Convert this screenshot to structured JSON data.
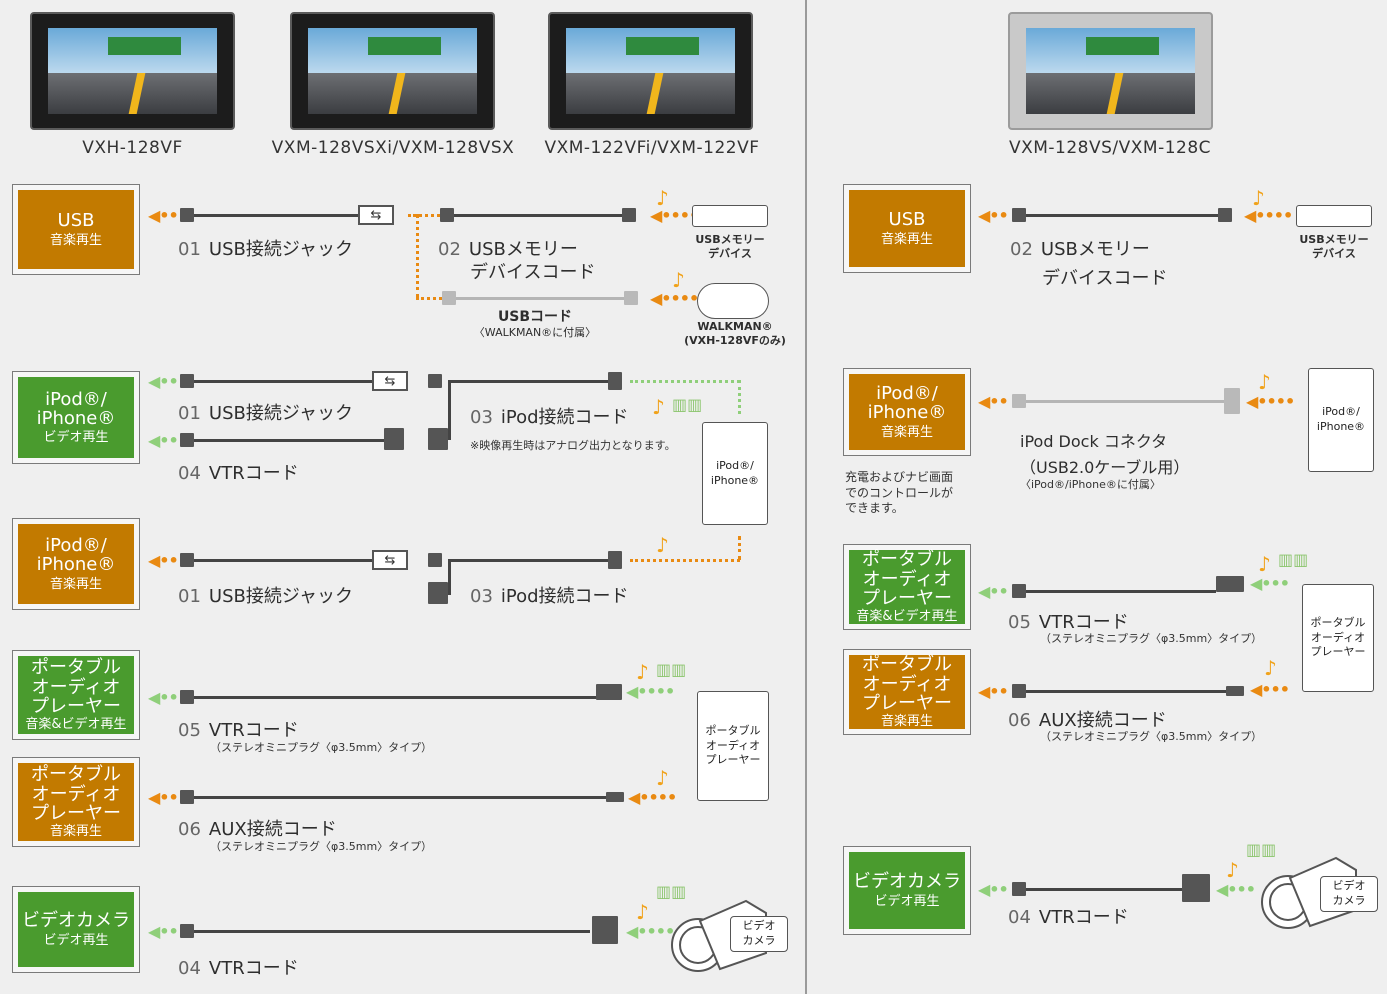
{
  "models": {
    "m1": "VXH-128VF",
    "m2": "VXM-128VSXi/VXM-128VSX",
    "m3": "VXM-122VFi/VXM-122VF",
    "m4": "VXM-128VS/VXM-128C"
  },
  "left": {
    "usb_box": {
      "title": "USB",
      "sub": "音楽再生"
    },
    "usb_jack": {
      "num": "01",
      "label": "USB接続ジャック"
    },
    "usb_mem_cord": {
      "num": "02",
      "line1": "USBメモリー",
      "line2": "デバイスコード"
    },
    "usb_mem_device": {
      "line1": "USBメモリー",
      "line2": "デバイス"
    },
    "usb_cord": {
      "title": "USBコード",
      "sub": "〈WALKMAN®に付属〉"
    },
    "walkman_device": {
      "line1": "WALKMAN®",
      "line2": "(VXH-128VFのみ)"
    },
    "ipod_video_box": {
      "title1": "iPod®/",
      "title2": "iPhone®",
      "sub": "ビデオ再生"
    },
    "ipod_video_jack": {
      "num": "01",
      "label": "USB接続ジャック"
    },
    "ipod_video_cord": {
      "num": "03",
      "label": "iPod接続コード"
    },
    "ipod_video_note": "※映像再生時はアナログ出力となります。",
    "vtr_cord_a": {
      "num": "04",
      "label": "VTRコード"
    },
    "ipod_device": {
      "line1": "iPod®/",
      "line2": "iPhone®"
    },
    "ipod_music_box": {
      "title1": "iPod®/",
      "title2": "iPhone®",
      "sub": "音楽再生"
    },
    "ipod_music_jack": {
      "num": "01",
      "label": "USB接続ジャック"
    },
    "ipod_music_cord": {
      "num": "03",
      "label": "iPod接続コード"
    },
    "pa_av_box": {
      "l1": "ポータブル",
      "l2": "オーディオ",
      "l3": "プレーヤー",
      "sub": "音楽&ビデオ再生"
    },
    "vtr_cord_b": {
      "num": "05",
      "label": "VTRコード",
      "sub": "（ステレオミニプラグ〈φ3.5mm〉タイプ）"
    },
    "pa_device": {
      "line1": "ポータブル",
      "line2": "オーディオ",
      "line3": "プレーヤー"
    },
    "pa_music_box": {
      "l1": "ポータブル",
      "l2": "オーディオ",
      "l3": "プレーヤー",
      "sub": "音楽再生"
    },
    "aux_cord": {
      "num": "06",
      "label": "AUX接続コード",
      "sub": "（ステレオミニプラグ〈φ3.5mm〉タイプ）"
    },
    "cam_box": {
      "title": "ビデオカメラ",
      "sub": "ビデオ再生"
    },
    "vtr_cord_c": {
      "num": "04",
      "label": "VTRコード"
    },
    "cam_device": {
      "line1": "ビデオ",
      "line2": "カメラ"
    }
  },
  "right": {
    "usb_box": {
      "title": "USB",
      "sub": "音楽再生"
    },
    "usb_mem_cord": {
      "num": "02",
      "line1": "USBメモリー",
      "line2": "デバイスコード"
    },
    "usb_mem_device": {
      "line1": "USBメモリー",
      "line2": "デバイス"
    },
    "ipod_box": {
      "title1": "iPod®/",
      "title2": "iPhone®",
      "sub": "音楽再生"
    },
    "dock": {
      "line1": "iPod Dock コネクタ",
      "line2": "（USB2.0ケーブル用）",
      "sub": "〈iPod®/iPhone®に付属〉"
    },
    "charge_note": {
      "line1": "充電およびナビ画面",
      "line2": "でのコントロールが",
      "line3": "できます。"
    },
    "ipod_device": {
      "line1": "iPod®/",
      "line2": "iPhone®"
    },
    "pa_av_box": {
      "l1": "ポータブル",
      "l2": "オーディオ",
      "l3": "プレーヤー",
      "sub": "音楽&ビデオ再生"
    },
    "vtr_cord": {
      "num": "05",
      "label": "VTRコード",
      "sub": "（ステレオミニプラグ〈φ3.5mm〉タイプ）"
    },
    "pa_device": {
      "line1": "ポータブル",
      "line2": "オーディオ",
      "line3": "プレーヤー"
    },
    "pa_music_box": {
      "l1": "ポータブル",
      "l2": "オーディオ",
      "l3": "プレーヤー",
      "sub": "音楽再生"
    },
    "aux_cord": {
      "num": "06",
      "label": "AUX接続コード",
      "sub": "（ステレオミニプラグ〈φ3.5mm〉タイプ）"
    },
    "cam_box": {
      "title": "ビデオカメラ",
      "sub": "ビデオ再生"
    },
    "vtr_cord_c": {
      "num": "04",
      "label": "VTRコード"
    },
    "cam_device": {
      "line1": "ビデオ",
      "line2": "カメラ"
    }
  },
  "colors": {
    "orange_box": "#c27a00",
    "green_box": "#4a9b2e",
    "audio_arrow": "#e98a12",
    "video_arrow": "#8fcf7a"
  },
  "icons": {
    "music": "music-note-icon",
    "video": "film-strip-icon",
    "usb": "usb-symbol-icon"
  }
}
